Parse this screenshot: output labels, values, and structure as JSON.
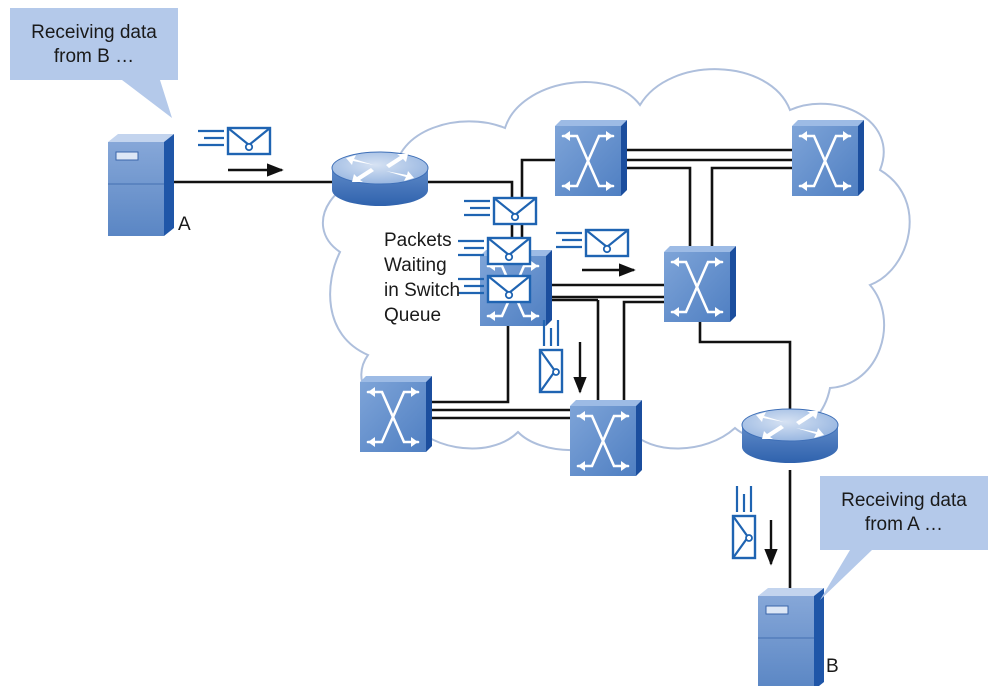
{
  "callouts": {
    "sender_a": {
      "line1": "Receiving data",
      "line2": "from B …"
    },
    "sender_b": {
      "line1": "Receiving data",
      "line2": "from A …"
    }
  },
  "hosts": {
    "a": {
      "label": "A"
    },
    "b": {
      "label": "B"
    }
  },
  "queue_note": {
    "line1": "Packets",
    "line2": "Waiting",
    "line3": "in Switch",
    "line4": "Queue"
  },
  "colors": {
    "callout_fill": "#b4c9ea",
    "device_blue": "#5b86c6",
    "device_dark": "#1b4e9e",
    "envelope_blue": "#1f64b2",
    "cloud_stroke": "#aebfdc"
  },
  "icons": [
    "server-icon",
    "router-icon",
    "switch-icon",
    "envelope-icon",
    "cloud-icon"
  ]
}
